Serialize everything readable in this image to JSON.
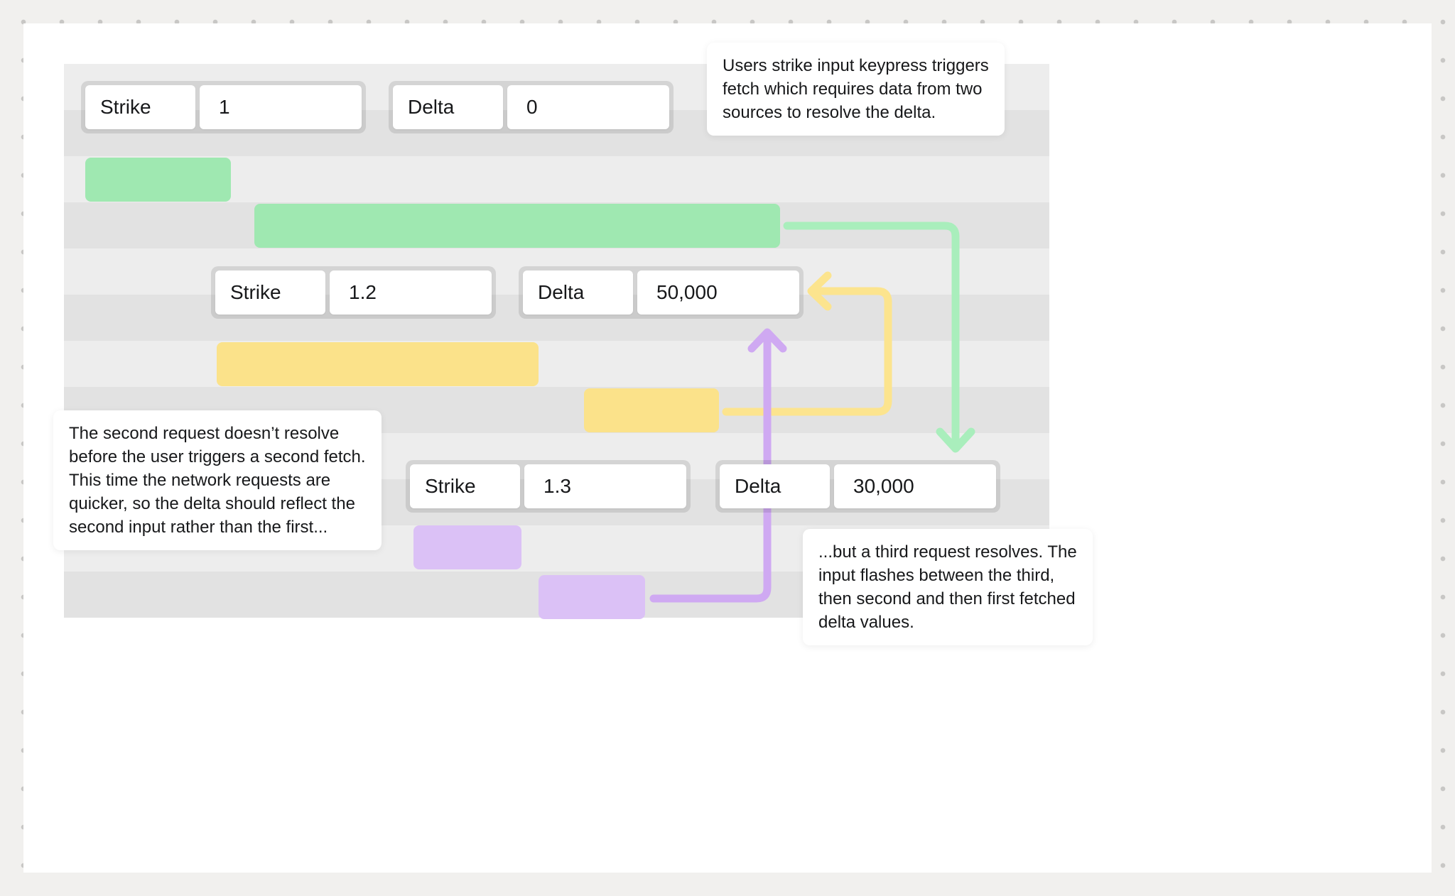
{
  "rows": [
    {
      "strike": {
        "label": "Strike",
        "value": "1"
      },
      "delta": {
        "label": "Delta",
        "value": "0"
      }
    },
    {
      "strike": {
        "label": "Strike",
        "value": "1.2"
      },
      "delta": {
        "label": "Delta",
        "value": "50,000"
      }
    },
    {
      "strike": {
        "label": "Strike",
        "value": "1.3"
      },
      "delta": {
        "label": "Delta",
        "value": "30,000"
      }
    }
  ],
  "callouts": {
    "top_right": {
      "lines": [
        "Users strike input keypress triggers",
        "fetch which requires data from two",
        "sources to resolve the delta."
      ]
    },
    "left": {
      "lines": [
        "The second request doesn’t resolve",
        "before the user triggers a second fetch.",
        "This time the network requests are",
        "quicker, so the delta should reflect the",
        "second input rather than the first..."
      ]
    },
    "bottom_right": {
      "lines": [
        "...but a third request resolves. The",
        "input flashes between the third,",
        "then second and then first fetched",
        "delta values."
      ]
    }
  },
  "colors": {
    "green_bar": "#9fe8b1",
    "green_arrow": "#a9eebc",
    "yellow_bar": "#fbe28a",
    "yellow_arrow": "#fce48e",
    "purple_bar": "#dbc1f6",
    "purple_arrow": "#cfa9f2"
  }
}
